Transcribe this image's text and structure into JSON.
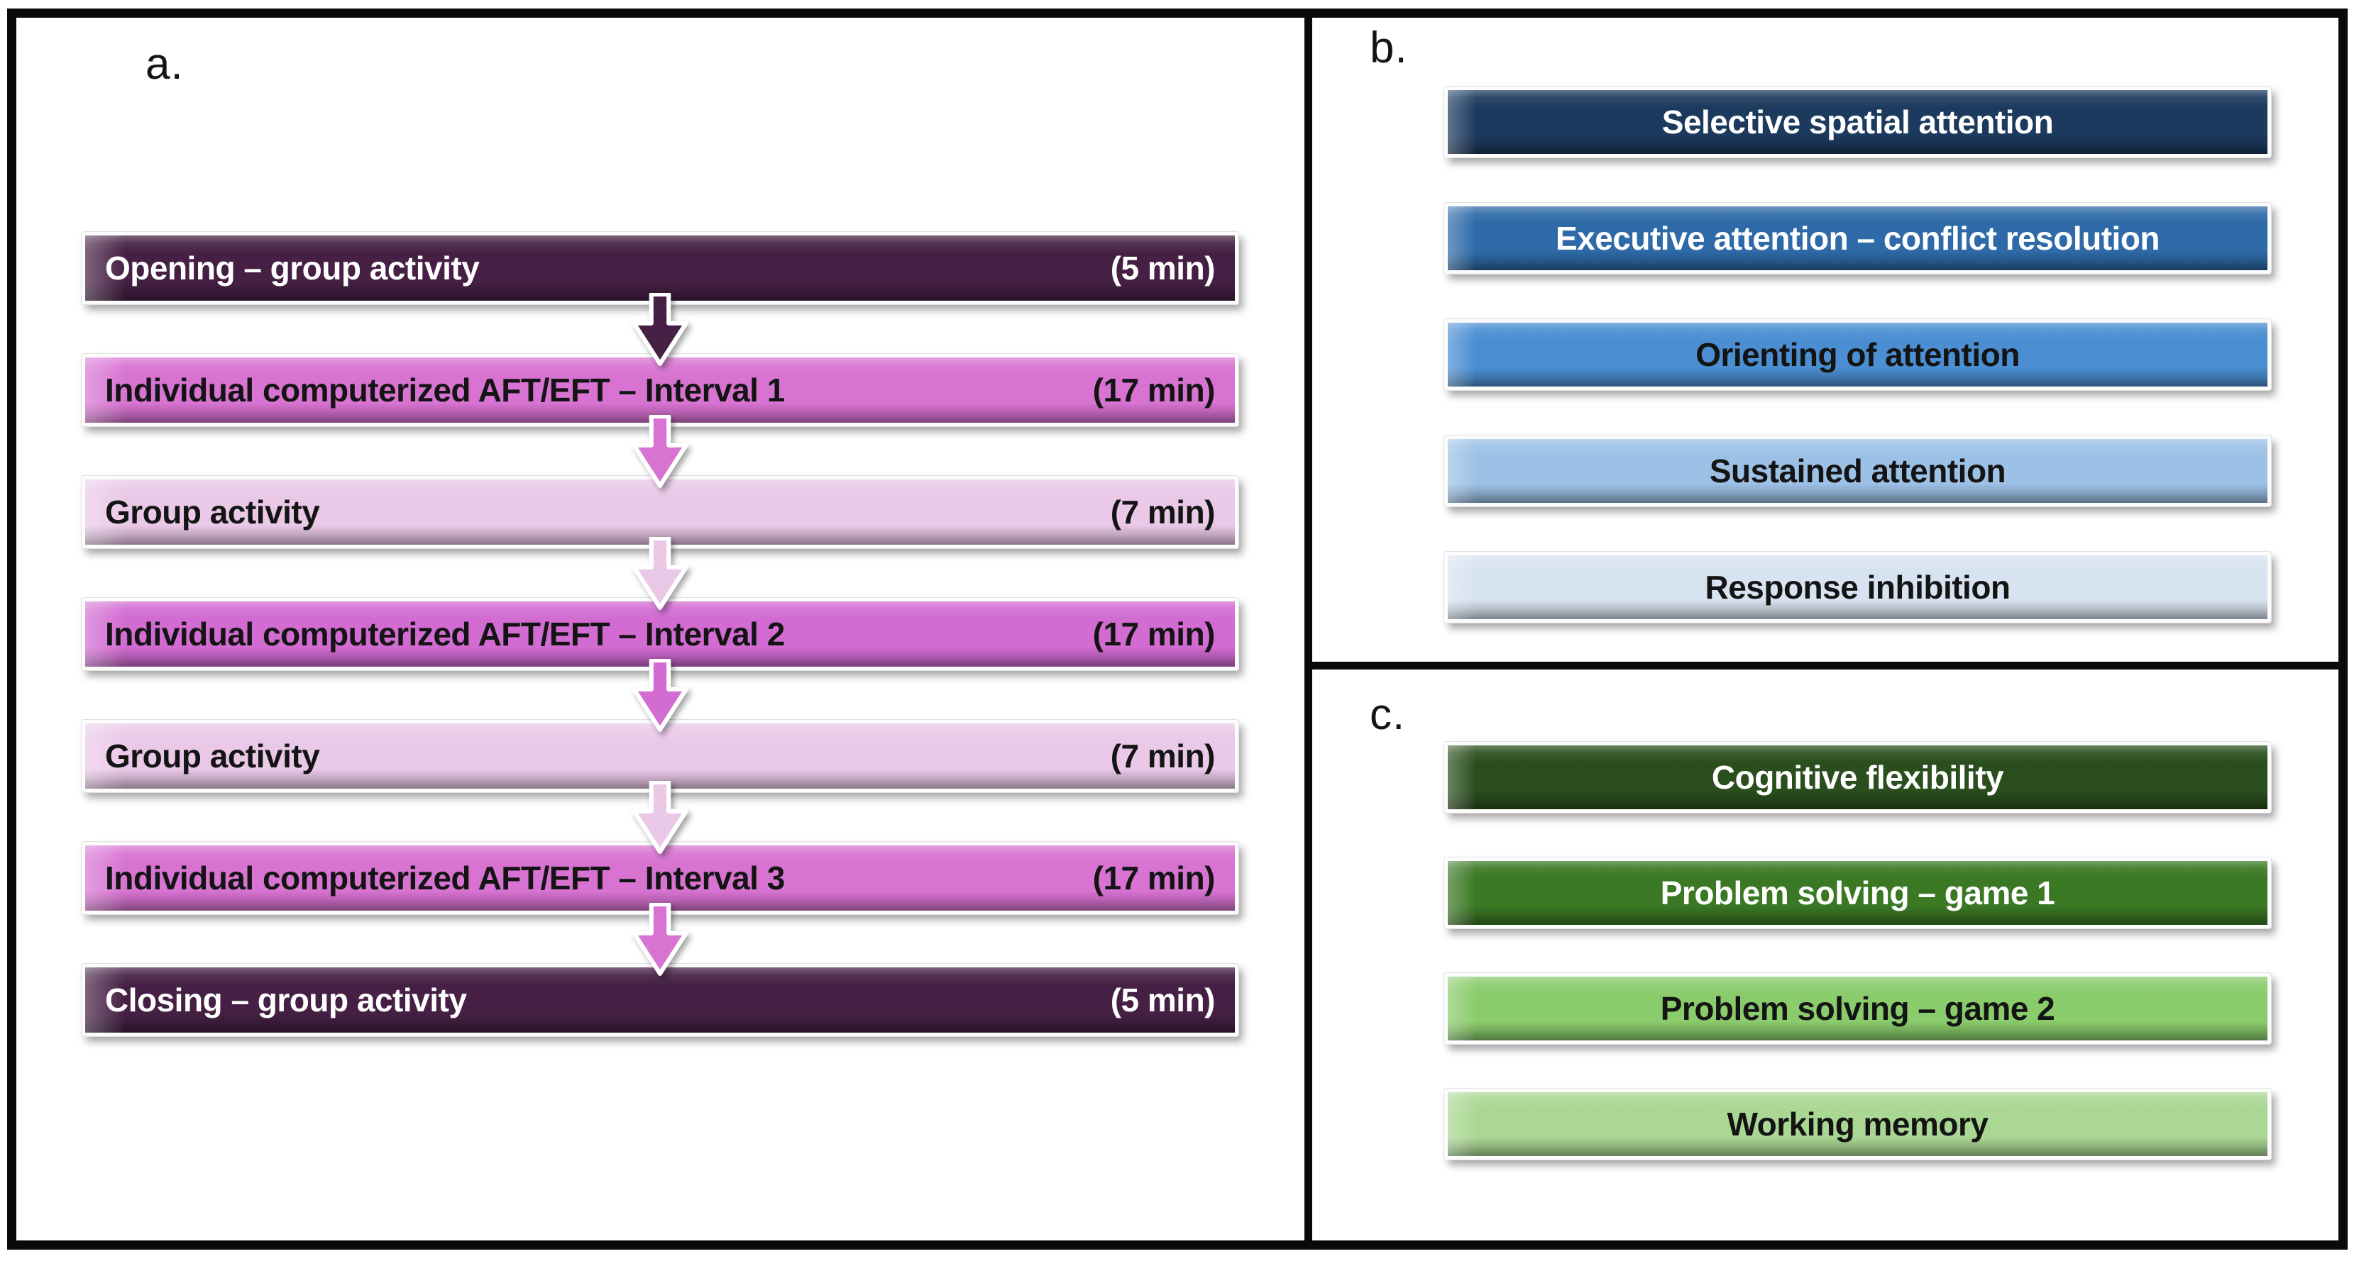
{
  "figure": {
    "panel_a": {
      "label": "a.",
      "steps": [
        {
          "title": "Opening – group activity",
          "duration": "(5 min)",
          "bg": "#452044",
          "fg": "#ffffff"
        },
        {
          "title": "Individual computerized AFT/EFT – Interval 1",
          "duration": "(17 min)",
          "bg": "#d873d2",
          "fg": "#141414"
        },
        {
          "title": "Group activity",
          "duration": "(7 min)",
          "bg": "#eac9e8",
          "fg": "#141414"
        },
        {
          "title": "Individual computerized AFT/EFT – Interval 2",
          "duration": "(17 min)",
          "bg": "#d26bd2",
          "fg": "#141414"
        },
        {
          "title": "Group activity",
          "duration": "(7 min)",
          "bg": "#eac9e8",
          "fg": "#141414"
        },
        {
          "title": "Individual computerized AFT/EFT – Interval 3",
          "duration": "(17 min)",
          "bg": "#d873d2",
          "fg": "#141414"
        },
        {
          "title": "Closing – group activity",
          "duration": "(5 min)",
          "bg": "#452044",
          "fg": "#ffffff"
        }
      ]
    },
    "panel_b": {
      "label": "b.",
      "bars": [
        {
          "title": "Selective spatial attention",
          "bg": "#1c3a5e",
          "fg": "#ffffff"
        },
        {
          "title": "Executive attention – conflict resolution",
          "bg": "#2e6aa8",
          "fg": "#ffffff"
        },
        {
          "title": "Orienting of attention",
          "bg": "#4b8ed2",
          "fg": "#141414"
        },
        {
          "title": "Sustained attention",
          "bg": "#9dc1e6",
          "fg": "#141414"
        },
        {
          "title": "Response inhibition",
          "bg": "#d7e3f0",
          "fg": "#141414"
        }
      ]
    },
    "panel_c": {
      "label": "c.",
      "bars": [
        {
          "title": "Cognitive flexibility",
          "bg": "#2a4e1d",
          "fg": "#ffffff"
        },
        {
          "title": "Problem solving – game 1",
          "bg": "#3a7824",
          "fg": "#ffffff"
        },
        {
          "title": "Problem solving – game 2",
          "bg": "#8acc6c",
          "fg": "#141414"
        },
        {
          "title": "Working memory",
          "bg": "#abd795",
          "fg": "#141414"
        }
      ]
    }
  }
}
